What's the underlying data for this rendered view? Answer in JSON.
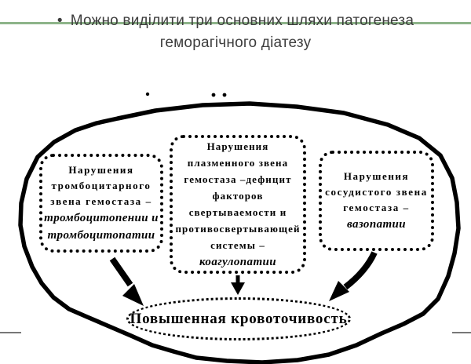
{
  "slide": {
    "bullet": "•",
    "title_line1": "Можно виділити три основних шляхи патогенеза",
    "title_line2": "геморагічного діатезу",
    "title_color": "#3d3d3d",
    "accent_line_color": "#8db489"
  },
  "diagram": {
    "ink_color": "#000000",
    "boxes": [
      {
        "name": "platelet-link-disorders",
        "lines": [
          "Нарушения",
          "тромбоцитарного",
          "звена гемостаза –"
        ],
        "italic_lines": [
          "тромбоцитопении и",
          "тромбоцитопатии"
        ]
      },
      {
        "name": "plasma-link-disorders",
        "lines": [
          "Нарушения",
          "плазменного звена",
          "гемостаза –дефицит",
          "факторов",
          "свертываемости и",
          "противосвертывающей",
          "системы –"
        ],
        "italic_lines": [
          "коагулопатии"
        ]
      },
      {
        "name": "vascular-link-disorders",
        "lines": [
          "Нарушения",
          "сосудистого звена",
          "гемостаза –"
        ],
        "italic_lines": [
          "вазопатии"
        ]
      }
    ],
    "outcome": "Повышенная кровоточивость"
  }
}
